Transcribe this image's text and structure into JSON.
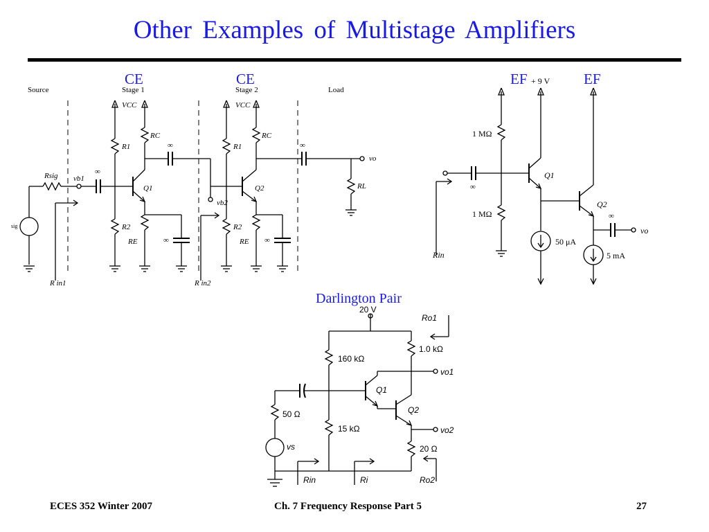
{
  "slide": {
    "title": "Other  Examples  of  Multistage  Amplifiers",
    "footer_left": "ECES 352  Winter 2007",
    "footer_center": "Ch. 7 Frequency Response  Part 5",
    "page_number": "27"
  },
  "annotations": {
    "ce1": "CE",
    "ce2": "CE",
    "ef1": "EF",
    "ef2": "EF",
    "darlington": "Darlington Pair"
  },
  "circuit_ce": {
    "source": "Source",
    "stage1": "Stage 1",
    "stage2": "Stage 2",
    "load": "Load",
    "vcc1": "VCC",
    "vcc2": "VCC",
    "rc1": "RC",
    "rc2": "RC",
    "r1a": "R1",
    "r1b": "R1",
    "r2a": "R2",
    "r2b": "R2",
    "rea": "RE",
    "reb": "RE",
    "q1": "Q1",
    "q2": "Q2",
    "rsig": "Rsig",
    "vb1": "vb1",
    "vb2": "vb2",
    "vo": "vo",
    "rl": "RL",
    "rin1": "R in1",
    "rin2": "R in2",
    "sig": "sig",
    "inf": "∞"
  },
  "circuit_ef": {
    "supply": "+ 9 V",
    "r_top": "1 MΩ",
    "r_bot": "1 MΩ",
    "q1": "Q1",
    "q2": "Q2",
    "i1": "50 μA",
    "i2": "5 mA",
    "rin": "Rin",
    "vo": "vo",
    "inf": "∞"
  },
  "circuit_darlington": {
    "supply": "20 V",
    "ro1": "Ro1",
    "r160": "160 kΩ",
    "r1k": "1.0 kΩ",
    "vo1": "vo1",
    "q1": "Q1",
    "q2": "Q2",
    "r50": "50 Ω",
    "r15": "15 kΩ",
    "vo2": "vo2",
    "vs": "vs",
    "r20": "20 Ω",
    "rin": "Rin",
    "ri": "Ri",
    "ro2": "Ro2"
  }
}
